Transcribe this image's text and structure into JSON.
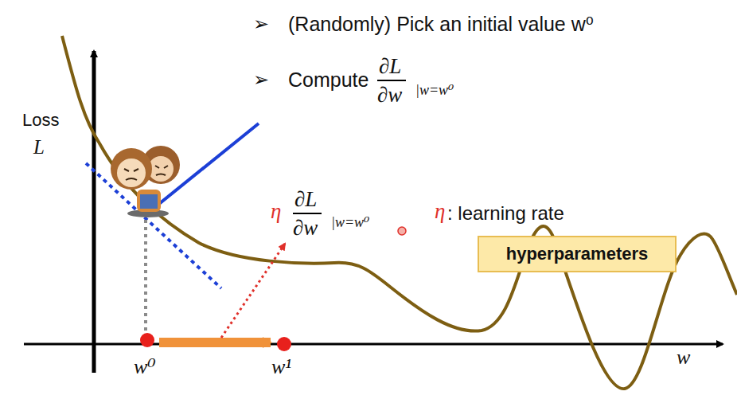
{
  "diagram": {
    "nodes": [
      {
        "text": [
          "hyperparameters"
        ]
      }
    ],
    "labels": [
      "➢",
      "(Randomly) Pick an initial value w⁰",
      "➢",
      "Compute",
      "∂L",
      "∂w",
      "|w=w⁰",
      "Loss",
      "L",
      "η",
      "∂L",
      "∂w",
      "|w=w⁰",
      "η",
      ": learning rate",
      "w⁰",
      "w¹",
      "w"
    ]
  }
}
